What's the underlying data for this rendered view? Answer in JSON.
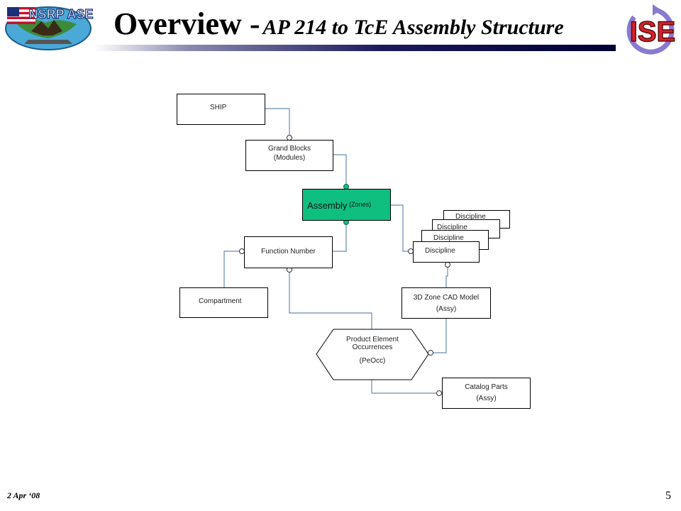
{
  "slide": {
    "title_main": "Overview -",
    "title_sub": "AP 214 to TcE Assembly Structure",
    "logo_left_text": "NSRP ASE",
    "logo_right_text": "ISE",
    "footer_date": "2 Apr ‘08",
    "page_number": "5"
  },
  "colors": {
    "assembly_fill": "#0fbf80",
    "connector": "#6a8ab0",
    "title_bar": "#1a1a5e"
  },
  "diagram": {
    "ship": "SHIP",
    "grand_blocks": [
      "Grand Blocks",
      "(Modules)"
    ],
    "assembly": "Assembly",
    "assembly_zones": "(Zones)",
    "function_number": "Function Number",
    "compartment": "Compartment",
    "disciplines": [
      "Discipline",
      "Discipline",
      "Discipline",
      "Discipline"
    ],
    "zone_cad": [
      "3D Zone CAD Model",
      "(Assy)"
    ],
    "peocc": [
      "Product Element",
      "Occurrences",
      "(PeOcc)"
    ],
    "catalog_parts": [
      "Catalog Parts",
      "(Assy)"
    ]
  }
}
